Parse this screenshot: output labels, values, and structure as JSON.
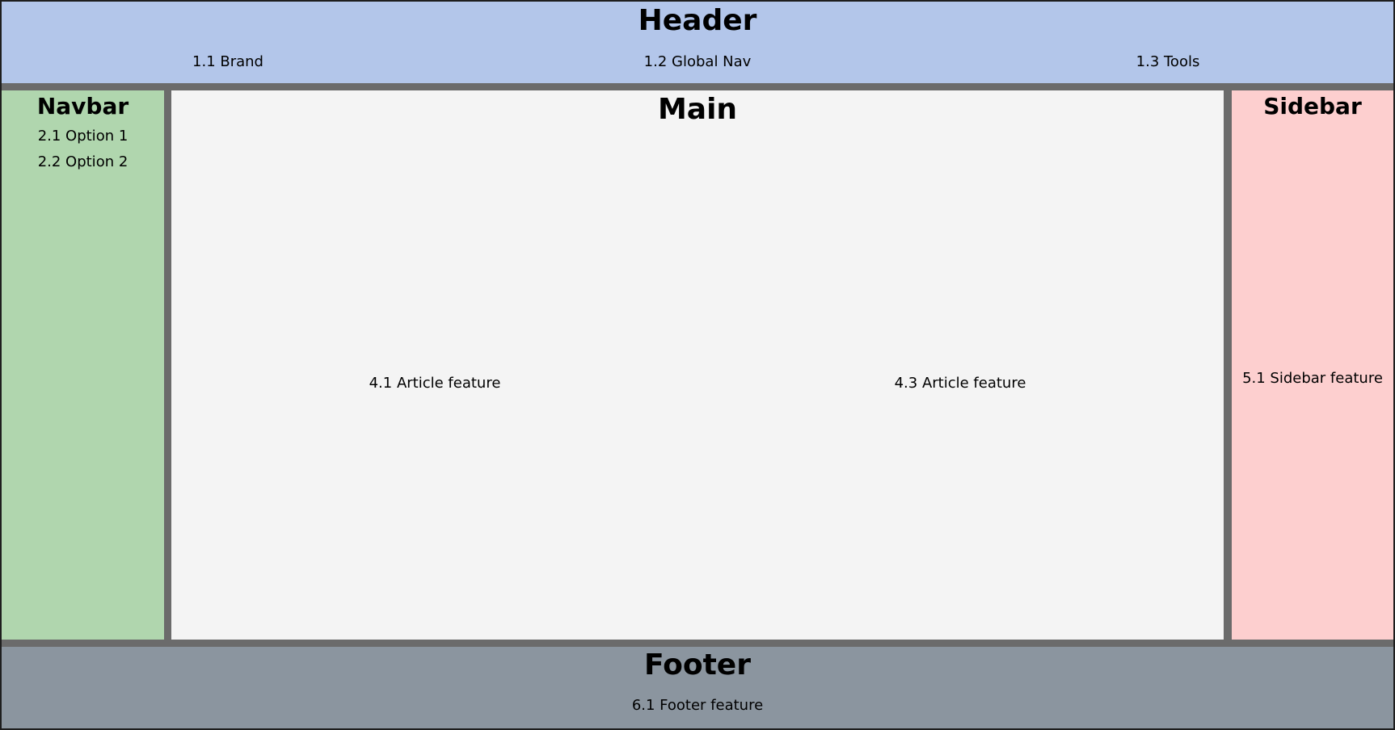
{
  "header": {
    "title": "Header",
    "features": [
      "1.1 Brand",
      "1.2 Global Nav",
      "1.3 Tools"
    ]
  },
  "navbar": {
    "title": "Navbar",
    "items": [
      "2.1 Option 1",
      "2.2 Option 2"
    ]
  },
  "main": {
    "title": "Main",
    "features": [
      "4.1 Article feature",
      "4.3 Article feature"
    ]
  },
  "sidebar": {
    "title": "Sidebar",
    "features": [
      "5.1 Sidebar feature"
    ]
  },
  "footer": {
    "title": "Footer",
    "features": [
      "6.1 Footer feature"
    ]
  },
  "colors": {
    "header": "#b3c6ea",
    "navbar": "#b0d6ae",
    "main": "#f4f4f4",
    "sidebar": "#fdcfcf",
    "footer": "#8b959f",
    "gutter": "#6b6b6b"
  }
}
